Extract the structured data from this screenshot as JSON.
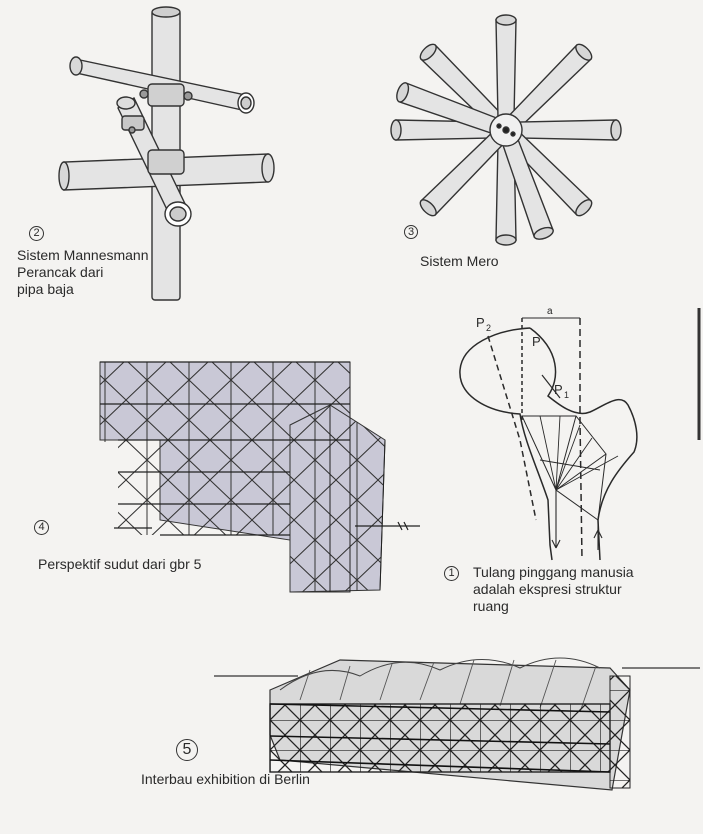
{
  "figures": {
    "fig1": {
      "number": "1",
      "caption_lines": [
        "Tulang pinggang manusia",
        "adalah ekspresi struktur",
        "ruang"
      ],
      "labels": {
        "p2": "P",
        "p2_sub": "2",
        "p": "P",
        "p1": "P",
        "p1_sub": "1",
        "a": "a"
      }
    },
    "fig2": {
      "number": "2",
      "caption_lines": [
        "Sistem Mannesmann",
        "Perancak dari",
        "pipa baja"
      ]
    },
    "fig3": {
      "number": "3",
      "caption_lines": [
        "Sistem Mero"
      ]
    },
    "fig4": {
      "number": "4",
      "caption_lines": [
        "Perspektif sudut dari gbr 5"
      ]
    },
    "fig5": {
      "number": "5",
      "caption_lines": [
        "Interbau exhibition di Berlin"
      ]
    }
  },
  "colors": {
    "ink": "#2a2a2a",
    "paper": "#f4f3f1",
    "frame_fill": "#c9c8d6",
    "pipe_fill": "#e2e2e2"
  }
}
